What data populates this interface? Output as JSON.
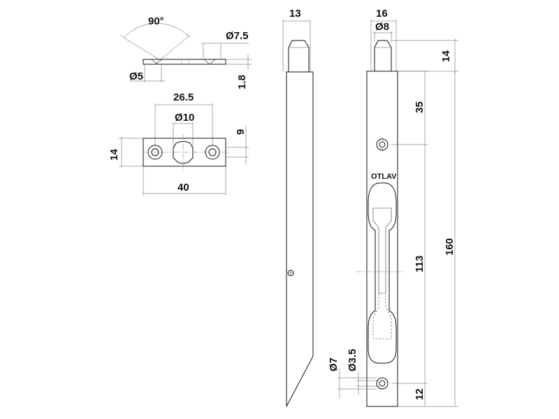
{
  "brand_label": "OTLAV",
  "dimensions": {
    "angle": "90°",
    "dia_7_5": "Ø7.5",
    "dia_5": "Ø5",
    "thick_1_8": "1.8",
    "dist_26_5": "26.5",
    "dia_10": "Ø10",
    "dim_9": "9",
    "dim_14_plate": "14",
    "dim_40": "40",
    "dim_13": "13",
    "dim_16": "16",
    "dia_8": "Ø8",
    "dim_14_bolt": "14",
    "dim_35": "35",
    "dim_113": "113",
    "dim_160": "160",
    "dia_7": "Ø7",
    "dia_3_5": "Ø3.5",
    "dim_12": "12"
  }
}
